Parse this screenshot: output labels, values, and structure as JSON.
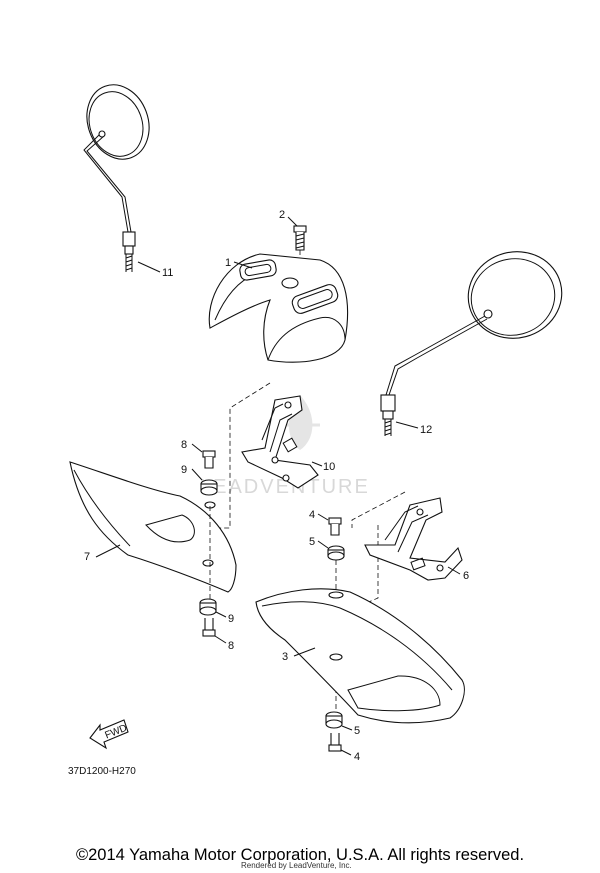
{
  "diagram": {
    "callouts": {
      "c1": "1",
      "c2": "2",
      "c3": "3",
      "c4a": "4",
      "c4b": "4",
      "c5a": "5",
      "c5b": "5",
      "c6": "6",
      "c7": "7",
      "c8a": "8",
      "c8b": "8",
      "c9a": "9",
      "c9b": "9",
      "c10": "10",
      "c11": "11",
      "c12": "12"
    },
    "fwd_label": "FWD",
    "diagram_code": "37D1200-H270",
    "watermark": "LEADVENTURE",
    "rendered_by": "Rendered by LeadVenture, Inc.",
    "copyright": "©2014 Yamaha Motor Corporation, U.S.A. All rights reserved."
  }
}
